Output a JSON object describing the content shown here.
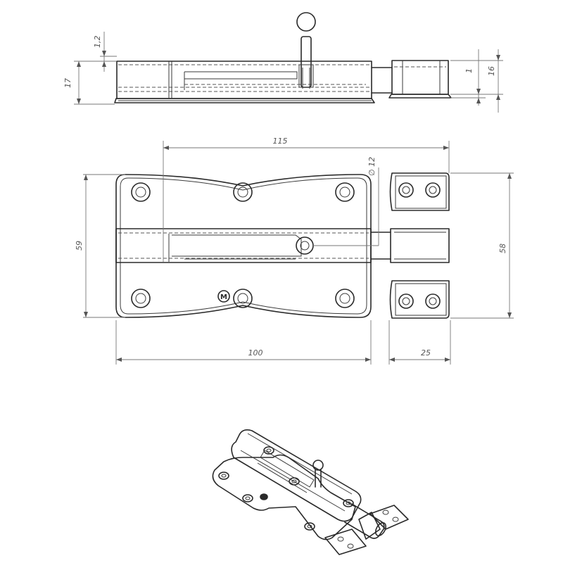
{
  "dimensions": {
    "top_thickness": "1,2",
    "top_height": "17",
    "top_right_small": "1",
    "top_right_height": "16",
    "overall_length": "115",
    "knob_diameter": "∅ 12",
    "plate_height": "59",
    "keeper_height": "58",
    "plate_width": "100",
    "keeper_width": "25"
  },
  "logo": "M"
}
